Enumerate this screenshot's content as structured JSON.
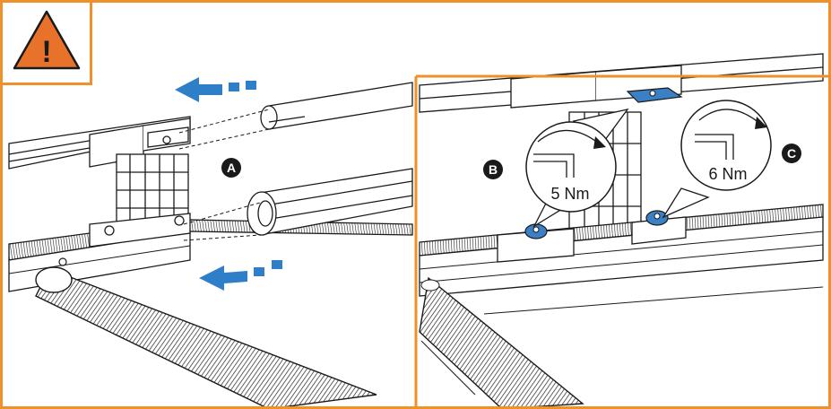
{
  "colors": {
    "frame": "#f0902a",
    "warning_fill": "#e8722a",
    "arrow_blue": "#2f7fc8",
    "screw_blue": "#3b7fc4",
    "line": "#1a1a1a"
  },
  "warning": {
    "symbol": "!",
    "icon": "warning-triangle-icon"
  },
  "left_panel": {
    "callout_a": "A",
    "arrow_icons": [
      "arrow-left-icon",
      "arrow-left-icon"
    ]
  },
  "right_panel": {
    "callout_b": "B",
    "callout_c": "C",
    "torque_b": "5 Nm",
    "torque_c": "6 Nm",
    "tool_icon": "hex-key-icon"
  }
}
